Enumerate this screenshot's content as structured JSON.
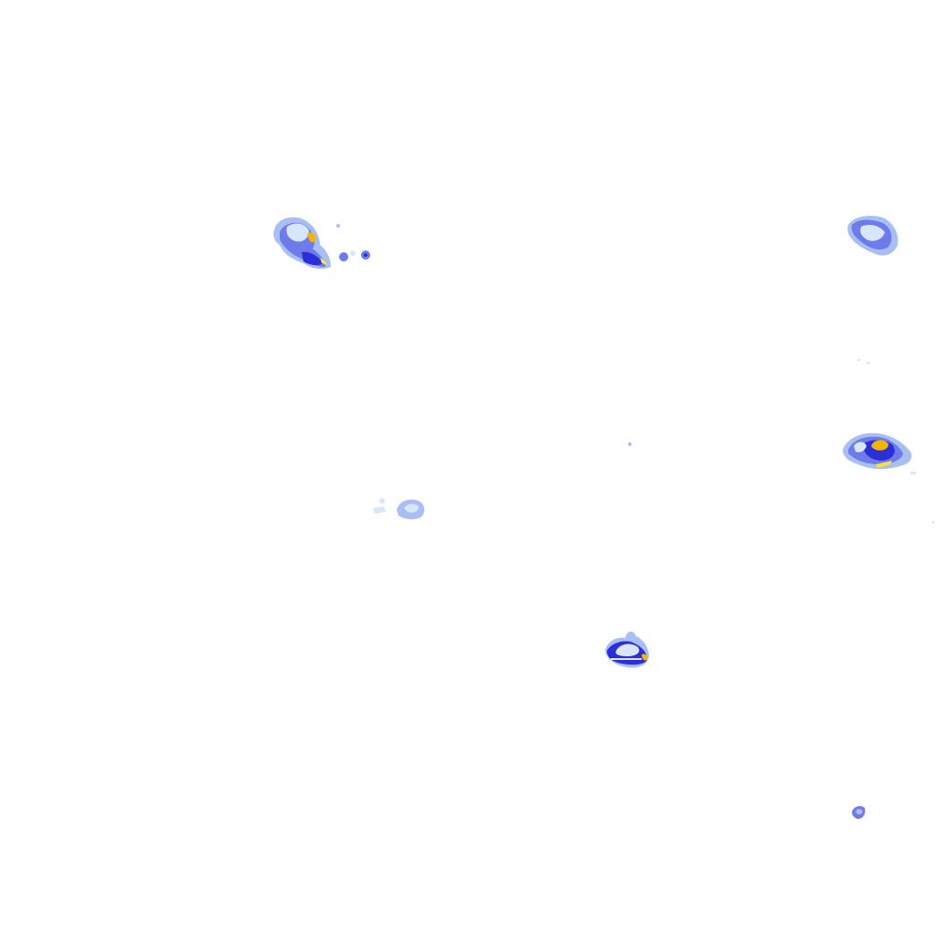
{
  "map": {
    "type": "radar-precipitation-overlay",
    "background": "#ffffff",
    "legend_visible": false,
    "labels_visible": false,
    "colors": {
      "very_light": "#d8e6fb",
      "light": "#a9bff4",
      "moderate": "#6d7cea",
      "heavy": "#2a2fd8",
      "very_heavy": "#f5b400",
      "peak": "#ffe23a"
    },
    "echoes": [
      {
        "id": "cell-northwest",
        "peak_level": "very_heavy"
      },
      {
        "id": "cell-northwest-fragments",
        "peak_level": "heavy"
      },
      {
        "id": "cell-northeast",
        "peak_level": "moderate"
      },
      {
        "id": "cell-east",
        "peak_level": "very_heavy"
      },
      {
        "id": "cell-center-west",
        "peak_level": "light"
      },
      {
        "id": "cell-south-center",
        "peak_level": "very_heavy"
      },
      {
        "id": "cell-southeast",
        "peak_level": "moderate"
      },
      {
        "id": "speck-center",
        "peak_level": "light"
      },
      {
        "id": "speck-east",
        "peak_level": "very_light"
      }
    ]
  }
}
